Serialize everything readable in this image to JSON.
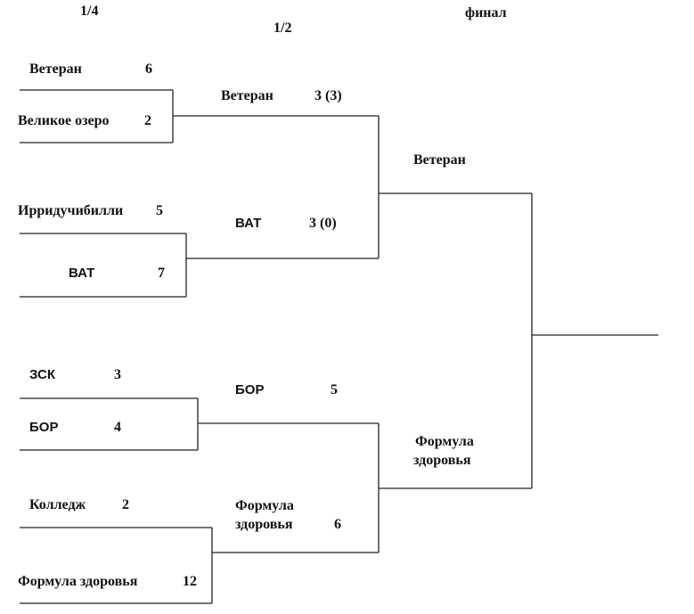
{
  "headers": {
    "quarter": "1/4",
    "semi": "1/2",
    "final": "финал"
  },
  "quarterfinals": [
    {
      "team1": "Ветеран",
      "score1": "6",
      "team2": "Великое озеро",
      "score2": "2"
    },
    {
      "team1": "Ирридучибилли",
      "score1": "5",
      "team2": "ВАТ",
      "score2": "7"
    },
    {
      "team1": "ЗСК",
      "score1": "3",
      "team2": "БОР",
      "score2": "4"
    },
    {
      "team1": "Колледж",
      "score1": "2",
      "team2": "Формула здоровья",
      "score2": "12"
    }
  ],
  "semifinals": [
    {
      "team": "Ветеран",
      "score": "3 (3)"
    },
    {
      "team": "ВАТ",
      "score": "3 (0)"
    },
    {
      "team": "БОР",
      "score": "5"
    },
    {
      "team_line1": "Формула",
      "team_line2": "здоровья",
      "score": "6"
    }
  ],
  "final": [
    {
      "team": "Ветеран"
    },
    {
      "team_line1": "Формула",
      "team_line2": "здоровья"
    }
  ]
}
